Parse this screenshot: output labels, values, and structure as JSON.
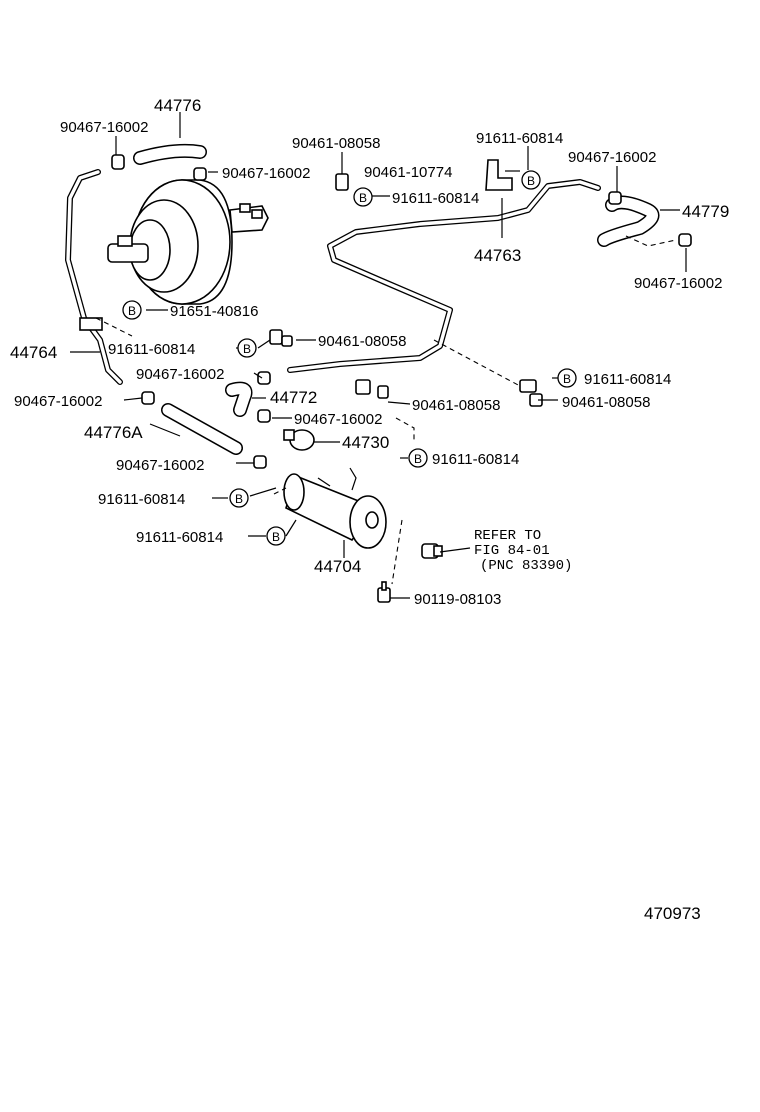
{
  "callouts": {
    "p44776": "44776",
    "p90467_a": "90467-16002",
    "p90467_b": "90467-16002",
    "p90461_a": "90461-08058",
    "p91611_a": "91611-60814",
    "p90461_b": "90461-10774",
    "p90467_c": "90467-16002",
    "p91611_b": "91611-60814",
    "p44779": "44779",
    "p44763": "44763",
    "p90467_d": "90467-16002",
    "p91651": "91651-40816",
    "p44764": "44764",
    "p91611_c": "91611-60814",
    "p90461_c": "90461-08058",
    "p90467_e": "90467-16002",
    "p44772": "44772",
    "p91611_d": "91611-60814",
    "p90467_f": "90467-16002",
    "p90461_d": "90461-08058",
    "p90461_e": "90461-08058",
    "p90467_g": "90467-16002",
    "p44776A": "44776A",
    "p44730": "44730",
    "p91611_e": "91611-60814",
    "p90467_h": "90467-16002",
    "p91611_f": "91611-60814",
    "p91611_g": "91611-60814",
    "p44704": "44704",
    "refer_line1": "REFER TO",
    "refer_line2": "FIG 84-01",
    "refer_line3": "(PNC 83390)",
    "p90119": "90119-08103"
  },
  "bolt_marker": "B",
  "figure_number": "470973"
}
